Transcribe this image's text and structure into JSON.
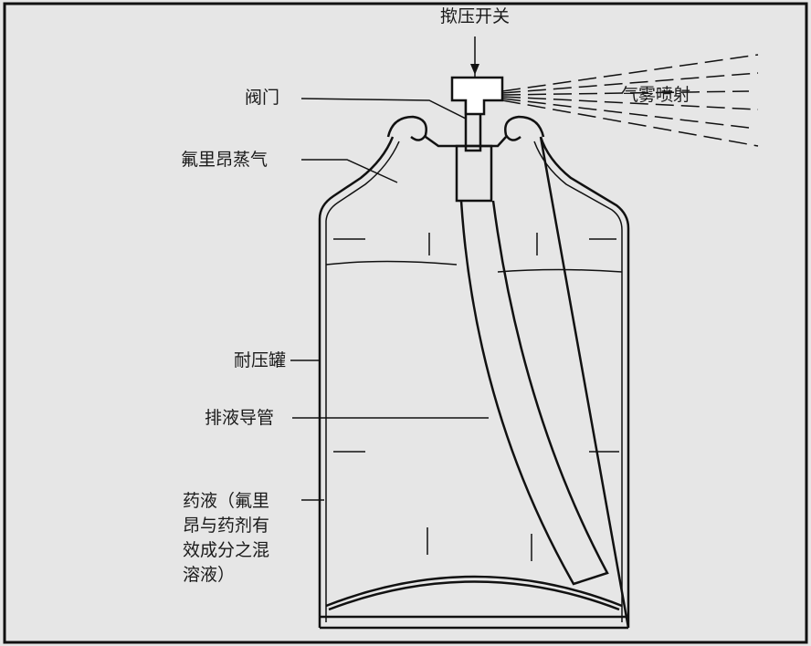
{
  "labels": {
    "switch": "揿压开关",
    "valve": "阀门",
    "spray": "气雾喷射",
    "vapor": "氟里昂蒸气",
    "can": "耐压罐",
    "tube": "排液导管",
    "liquid": [
      "药液（氟里",
      "昂与药剂有",
      "效成分之混",
      "溶液）"
    ]
  }
}
